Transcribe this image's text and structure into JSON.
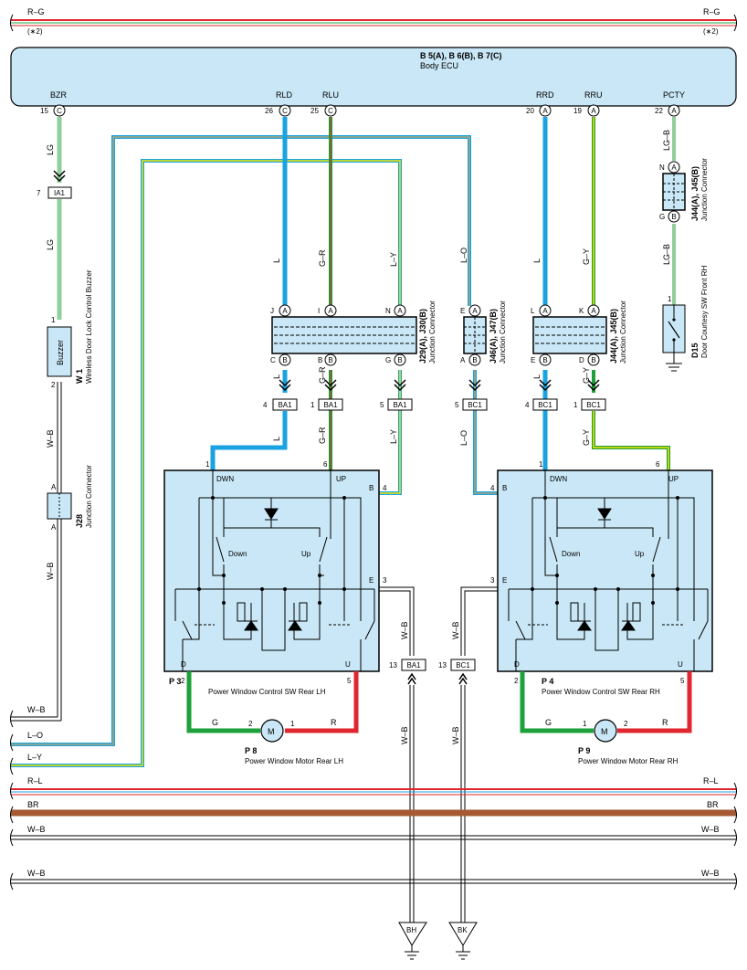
{
  "colors": {
    "ecu_fill": "#c9e7f6",
    "wire_blue": "#1aa3e0",
    "wire_green": "#1ea13a",
    "wire_lightgreen": "#8fcf9b",
    "wire_yellow": "#f2e600",
    "wire_red": "#e0262e",
    "wire_brown": "#a55a34",
    "wire_black": "#000000"
  },
  "top_bus": {
    "left_label": "R–G",
    "right_label": "R–G",
    "left_note": "(∗2)",
    "right_note": "(∗2)"
  },
  "ecu": {
    "code": "B 5(A), B 6(B), B 7(C)",
    "name": "Body ECU",
    "terminals": [
      {
        "name": "BZR",
        "pin": "15",
        "conn": "C"
      },
      {
        "name": "RLD",
        "pin": "26",
        "conn": "C"
      },
      {
        "name": "RLU",
        "pin": "25",
        "conn": "C"
      },
      {
        "name": "RRD",
        "pin": "20",
        "conn": "A"
      },
      {
        "name": "RRU",
        "pin": "19",
        "conn": "A"
      },
      {
        "name": "PCTY",
        "pin": "22",
        "conn": "A"
      }
    ]
  },
  "wire_labels": {
    "lg": "LG",
    "l": "L",
    "gr": "G–R",
    "ly": "L–Y",
    "lo": "L–O",
    "gy": "G–Y",
    "lgb": "LG–B",
    "wb": "W–B",
    "g": "G",
    "r": "R"
  },
  "connectors": {
    "ia1": {
      "pin": "7",
      "name": "IA1"
    },
    "ba1_a": {
      "pin": "4",
      "name": "BA1"
    },
    "ba1_b": {
      "pin": "1",
      "name": "BA1"
    },
    "ba1_c": {
      "pin": "5",
      "name": "BA1"
    },
    "bc1_a": {
      "pin": "5",
      "name": "BC1"
    },
    "bc1_b": {
      "pin": "4",
      "name": "BC1"
    },
    "bc1_c": {
      "pin": "1",
      "name": "BC1"
    },
    "ba1_gnd": {
      "pin": "13",
      "name": "BA1"
    },
    "bc1_gnd": {
      "pin": "13",
      "name": "BC1"
    }
  },
  "junction_left": {
    "code": "J29(A), J30(B)",
    "desc": "Junction Connector",
    "top_pins": [
      "J",
      "I",
      "N"
    ],
    "bottom_pins": [
      "C",
      "B",
      "G"
    ]
  },
  "junction_mid": {
    "code": "J46(A), J47(B)",
    "desc": "Junction Connector",
    "top_pins": [
      "E"
    ],
    "bottom_pins": [
      "A"
    ]
  },
  "junction_right": {
    "code": "J44(A), J45(B)",
    "desc": "Junction Connector",
    "top_pins": [
      "L",
      "K"
    ],
    "bottom_pins": [
      "E",
      "D"
    ]
  },
  "junction_pcty": {
    "code": "J44(A), J45(B)",
    "desc": "Junction Connector",
    "top_pin": "N",
    "bottom_pin": "G"
  },
  "buzzer": {
    "label": "Buzzer",
    "code": "W 1",
    "desc": "Wireless Door Lock Control Buzzer",
    "pin_top": "1",
    "pin_bottom": "2"
  },
  "j28": {
    "code": "J28",
    "desc": "Junction Connector",
    "pin_top": "A",
    "pin_bottom": "A"
  },
  "d15": {
    "code": "D15",
    "desc": "Door Courtesy SW Front RH",
    "pin": "1"
  },
  "switch_lh": {
    "code": "P 3",
    "desc": "Power Window Control SW Rear LH",
    "dwn": "DWN",
    "up": "UP",
    "down_label": "Down",
    "up_label": "Up",
    "b": "B",
    "e": "E",
    "d": "D",
    "u": "U",
    "pins": {
      "dwn": "1",
      "up": "6",
      "b": "4",
      "e": "3",
      "d": "2",
      "u": "5"
    }
  },
  "switch_rh": {
    "code": "P 4",
    "desc": "Power Window Control SW Rear RH",
    "dwn": "DWN",
    "up": "UP",
    "down_label": "Down",
    "up_label": "Up",
    "b": "B",
    "e": "E",
    "d": "D",
    "u": "U",
    "pins": {
      "dwn": "1",
      "up": "6",
      "b": "4",
      "e": "3",
      "d": "2",
      "u": "5"
    }
  },
  "motor_lh": {
    "code": "P 8",
    "desc": "Power Window Motor Rear LH",
    "symbol": "M",
    "pin_left": "2",
    "pin_right": "1"
  },
  "motor_rh": {
    "code": "P 9",
    "desc": "Power Window Motor Rear RH",
    "symbol": "M",
    "pin_left": "1",
    "pin_right": "2"
  },
  "left_bus": {
    "wb": "W–B",
    "lo": "L–O",
    "ly": "L–Y"
  },
  "bottom_buses": [
    {
      "left": "R–L",
      "right": "R–L"
    },
    {
      "left": "BR",
      "right": "BR"
    },
    {
      "left": "W–B",
      "right": "W–B"
    },
    {
      "left": "W–B",
      "right": "W–B"
    }
  ],
  "grounds": {
    "left": "BH",
    "right": "BK"
  }
}
